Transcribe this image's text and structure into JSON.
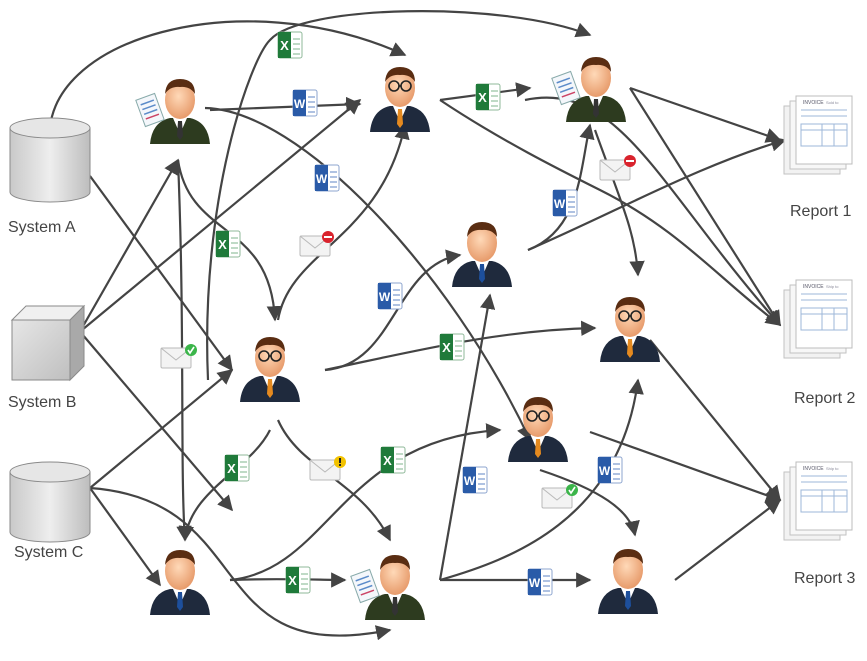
{
  "systems": [
    {
      "id": "sysA",
      "label": "System A",
      "icon": "database-icon"
    },
    {
      "id": "sysB",
      "label": "System B",
      "icon": "server-box-icon"
    },
    {
      "id": "sysC",
      "label": "System C",
      "icon": "database-icon"
    }
  ],
  "reports": [
    {
      "id": "rep1",
      "label": "Report 1",
      "icon": "report-document-icon"
    },
    {
      "id": "rep2",
      "label": "Report 2",
      "icon": "report-document-icon"
    },
    {
      "id": "rep3",
      "label": "Report 3",
      "icon": "report-document-icon"
    }
  ],
  "people": [
    {
      "id": "p1",
      "icon": "businessman-with-spreadsheet-icon"
    },
    {
      "id": "p2",
      "icon": "businessman-with-glasses-icon"
    },
    {
      "id": "p3",
      "icon": "businessman-with-spreadsheet-icon"
    },
    {
      "id": "p4",
      "icon": "businessman-icon"
    },
    {
      "id": "p5",
      "icon": "businessman-with-glasses-icon"
    },
    {
      "id": "p6",
      "icon": "businessman-with-glasses-icon"
    },
    {
      "id": "p7",
      "icon": "businessman-with-glasses-icon"
    },
    {
      "id": "p8",
      "icon": "businessman-icon"
    },
    {
      "id": "p9",
      "icon": "businessman-with-spreadsheet-icon"
    },
    {
      "id": "p10",
      "icon": "businessman-icon"
    }
  ],
  "document_icons": {
    "excel": "excel-file-icon",
    "word": "word-file-icon",
    "mail_ok": "email-ok-icon",
    "mail_error": "email-error-icon",
    "mail_warning": "email-warning-icon"
  },
  "report_form": {
    "title": "INVOICE",
    "field_1": "Sold to",
    "field_2": "Ship to"
  },
  "colors": {
    "arrow": "#444444",
    "excel_green": "#1f7a3a",
    "word_blue": "#2a5ba8",
    "suit_dark": "#1f2a3d",
    "suit_green": "#2d3b1f",
    "tie_orange": "#e58a1f",
    "status_ok": "#3bb54a",
    "status_error": "#d9232d",
    "status_warning": "#f2c200"
  }
}
